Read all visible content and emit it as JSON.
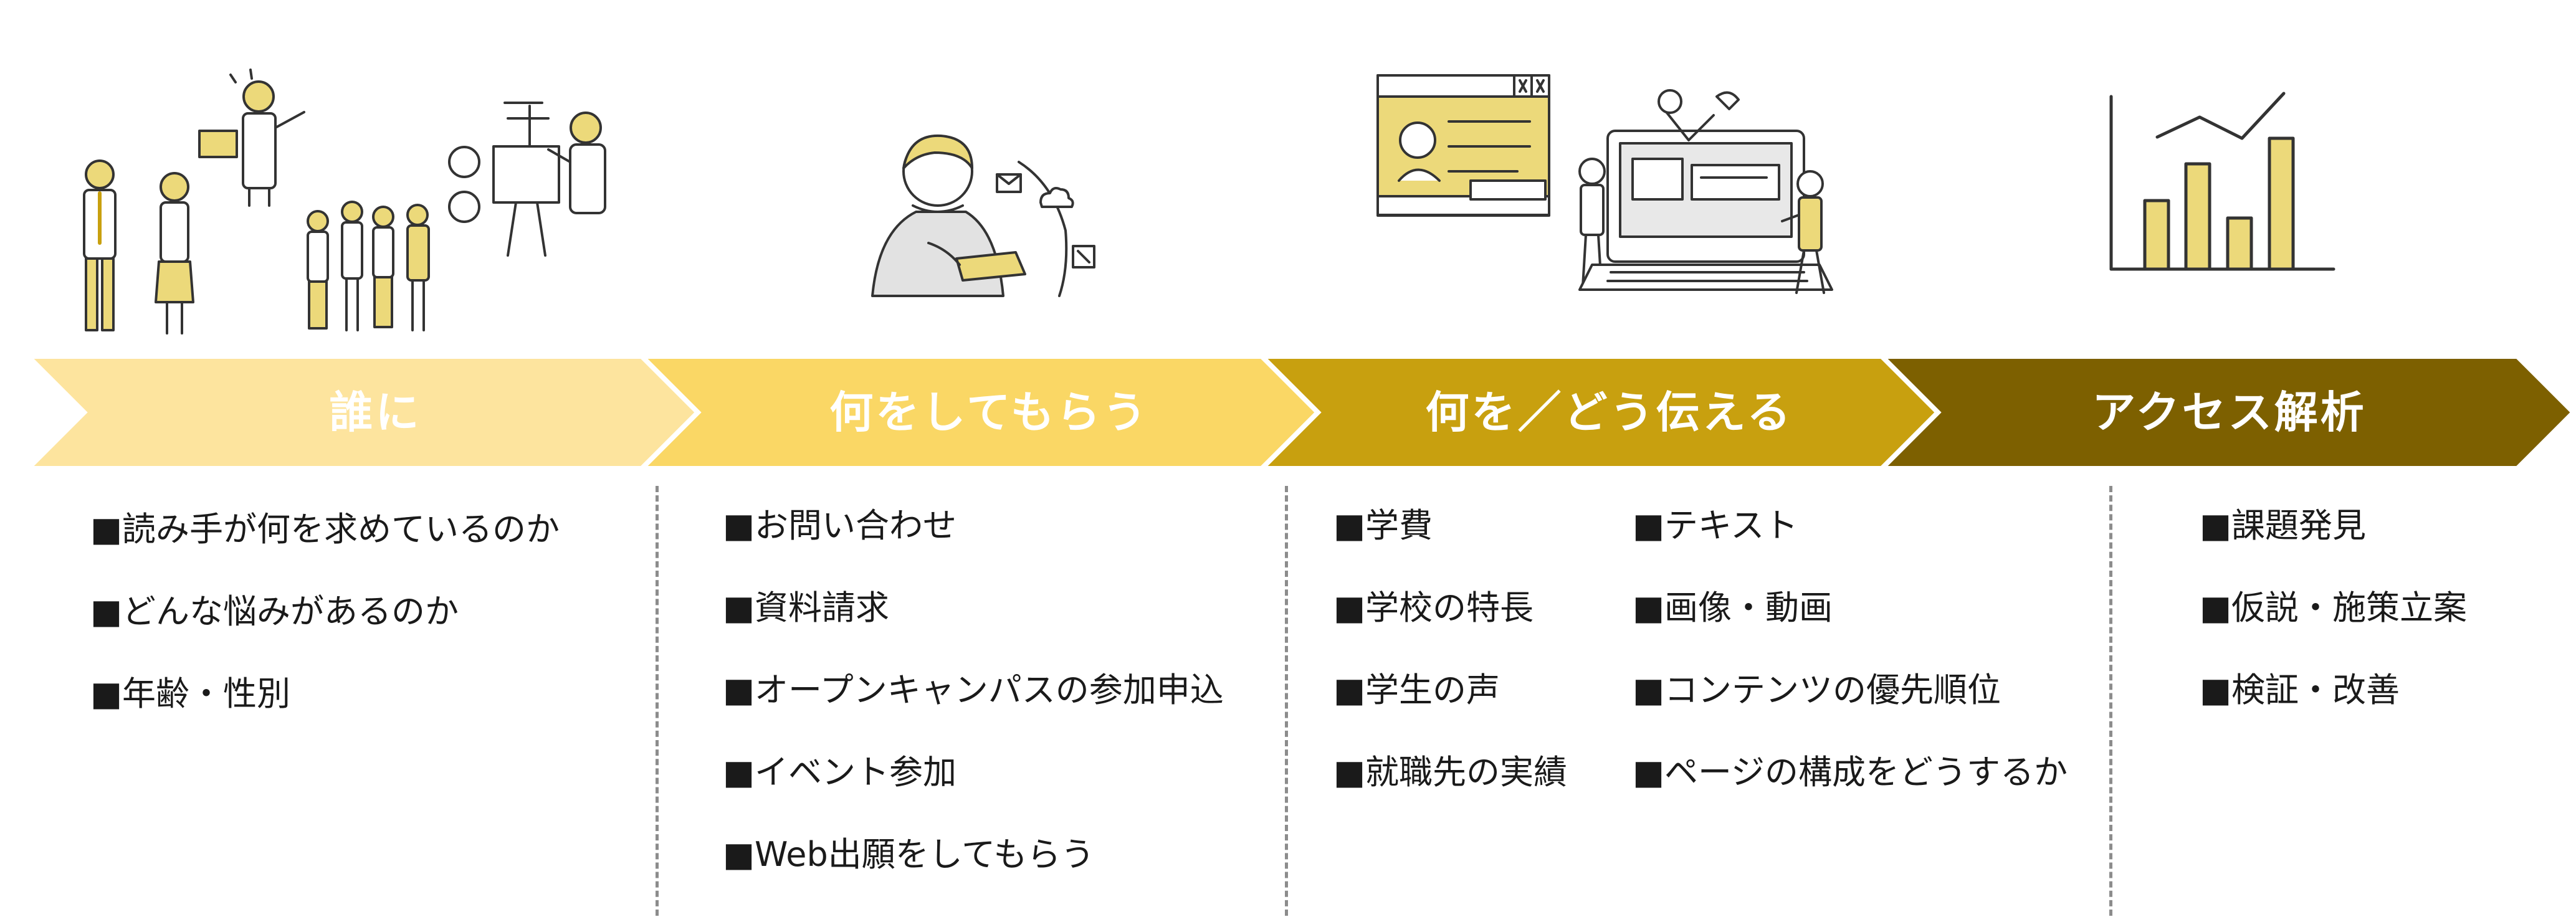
{
  "colors": {
    "stage1": "#fde49e",
    "stage2": "#fad765",
    "stage3": "#c8a00f",
    "stage4": "#7d6000",
    "label_text": "#ffffff",
    "illustration_accent": "#ecd97a",
    "divider": "#8c8c8c"
  },
  "stages": [
    {
      "label": "誰に",
      "icon": "people-audience-icon",
      "items": [
        "■読み手が何を求めているのか",
        "■どんな悩みがあるのか",
        "■年齢・性別"
      ]
    },
    {
      "label": "何をしてもらう",
      "icon": "person-with-tablet-icon",
      "items": [
        "■お問い合わせ",
        "■資料請求",
        "■オープンキャンパスの参加申込",
        "■イベント参加",
        "■Web出願をしてもらう"
      ]
    },
    {
      "label": "何を／どう伝える",
      "icon": "website-builders-icon",
      "items_left": [
        "■学費",
        "■学校の特長",
        "■学生の声",
        "■就職先の実績"
      ],
      "items_right": [
        "■テキスト",
        "■画像・動画",
        "■コンテンツの優先順位",
        "■ページの構成をどうするか"
      ]
    },
    {
      "label": "アクセス解析",
      "icon": "bar-chart-icon",
      "items": [
        "■課題発見",
        "■仮説・施策立案",
        "■検証・改善"
      ]
    }
  ]
}
